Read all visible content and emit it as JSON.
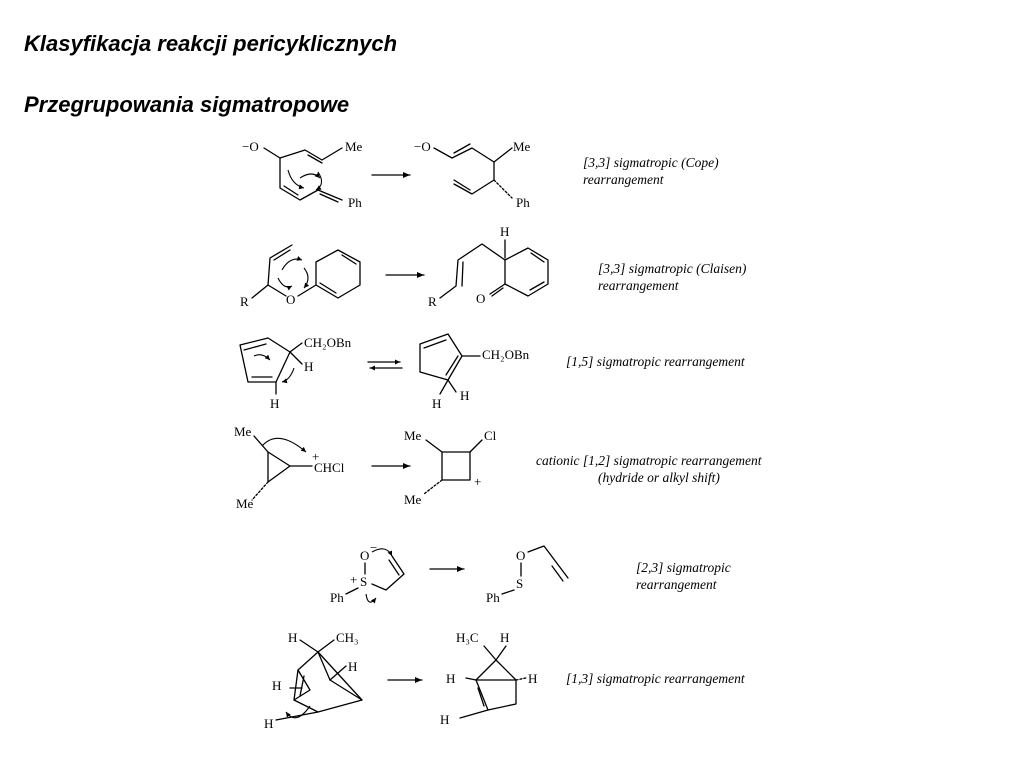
{
  "headings": {
    "title": "Klasyfikacja reakcji pericyklicznych",
    "subtitle": "Przegrupowania sigmatropowe"
  },
  "reactions": [
    {
      "id": "cope",
      "description": [
        "[3,3] sigmatropic (Cope)",
        "rearrangement"
      ],
      "reactant_labels": [
        "−O",
        "Me",
        "Ph"
      ],
      "product_labels": [
        "−O",
        "Me",
        "Ph"
      ]
    },
    {
      "id": "claisen",
      "description": [
        "[3,3] sigmatropic (Claisen)",
        "rearrangement"
      ],
      "reactant_labels": [
        "R",
        "O"
      ],
      "product_labels": [
        "H",
        "R",
        "O"
      ]
    },
    {
      "id": "one-five",
      "description": [
        "[1,5] sigmatropic rearrangement"
      ],
      "reactant_labels": [
        "CH₂OBn",
        "H",
        "H"
      ],
      "product_labels": [
        "CH₂OBn",
        "H",
        "H"
      ]
    },
    {
      "id": "cationic-one-two",
      "description": [
        "cationic [1,2] sigmatropic rearrangement",
        "(hydride or alkyl shift)"
      ],
      "reactant_labels": [
        "Me",
        "+",
        "CHCl",
        "Me"
      ],
      "product_labels": [
        "Me",
        "Cl",
        "+",
        "Me"
      ]
    },
    {
      "id": "two-three",
      "description": [
        "[2,3] sigmatropic",
        "rearrangement"
      ],
      "reactant_labels": [
        "O",
        "−",
        "+",
        "S",
        "Ph"
      ],
      "product_labels": [
        "O",
        "S",
        "Ph"
      ]
    },
    {
      "id": "one-three",
      "description": [
        "[1,3] sigmatropic rearrangement"
      ],
      "reactant_labels": [
        "H",
        "CH₃",
        "H",
        "H",
        "H"
      ],
      "product_labels": [
        "H₃C",
        "H",
        "H",
        "H",
        "H"
      ]
    }
  ]
}
